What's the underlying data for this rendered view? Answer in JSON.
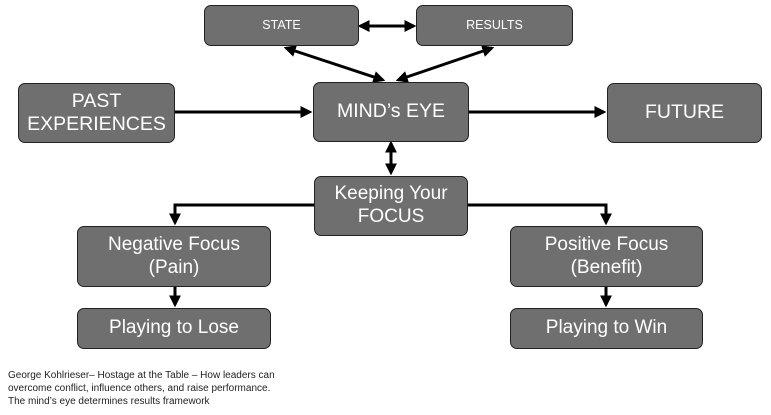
{
  "nodes": {
    "state": "STATE",
    "results": "RESULTS",
    "past_experiences": "PAST EXPERIENCES",
    "minds_eye": "MIND’s EYE",
    "future": "FUTURE",
    "keeping_focus": "Keeping Your FOCUS",
    "negative_focus": "Negative Focus (Pain)",
    "positive_focus": "Positive Focus (Benefit)",
    "playing_to_lose": "Playing to Lose",
    "playing_to_win": "Playing to Win"
  },
  "caption": {
    "line1": "George Kohlrieser–  Hostage at the Table – How leaders can",
    "line2": "overcome conflict, influence others, and raise performance.",
    "line3": "The mind’s eye determines results framework"
  },
  "colors": {
    "box_fill": "#6f6f6f",
    "box_border": "#222222",
    "box_text": "#ffffff",
    "arrow": "#000000"
  }
}
